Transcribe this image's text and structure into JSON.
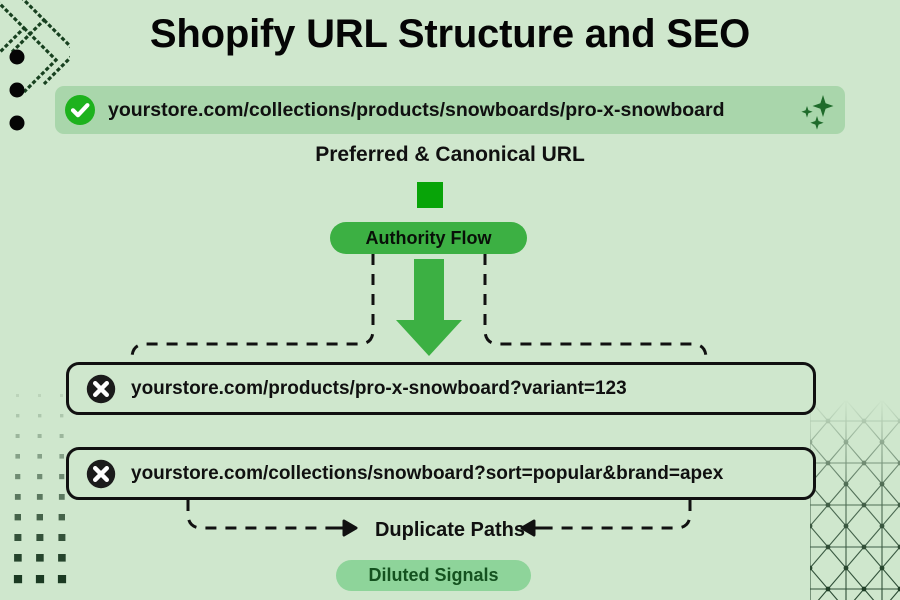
{
  "title": "Shopify URL Structure and SEO",
  "canonical": {
    "url": "yourstore.com/collections/products/snowboards/pro-x-snowboard",
    "caption": "Preferred & Canonical URL",
    "status_icon": "check-circle-icon",
    "decor_icon": "sparkles-icon",
    "bar_color": "#a9d6ab",
    "check_color": "#1db21d"
  },
  "flow": {
    "node_label": "Authority Flow",
    "node_color": "#3cb043",
    "square_color": "#08a408",
    "arrow_color": "#3cb043",
    "arrow_icon": "arrow-down-icon"
  },
  "bad_urls": [
    {
      "url": "yourstore.com/products/pro-x-snowboard?variant=123",
      "status_icon": "x-circle-icon"
    },
    {
      "url": "yourstore.com/collections/snowboard?sort=popular&brand=apex",
      "status_icon": "x-circle-icon"
    }
  ],
  "outcome": {
    "duplicate_label": "Duplicate Paths",
    "diluted_label": "Diluted Signals",
    "diluted_pill_color": "#8ed49a",
    "diluted_text_color": "#14521f"
  },
  "theme": {
    "background": "#cfe7cd",
    "ink": "#101010",
    "decor_dark_green": "#17401f"
  }
}
